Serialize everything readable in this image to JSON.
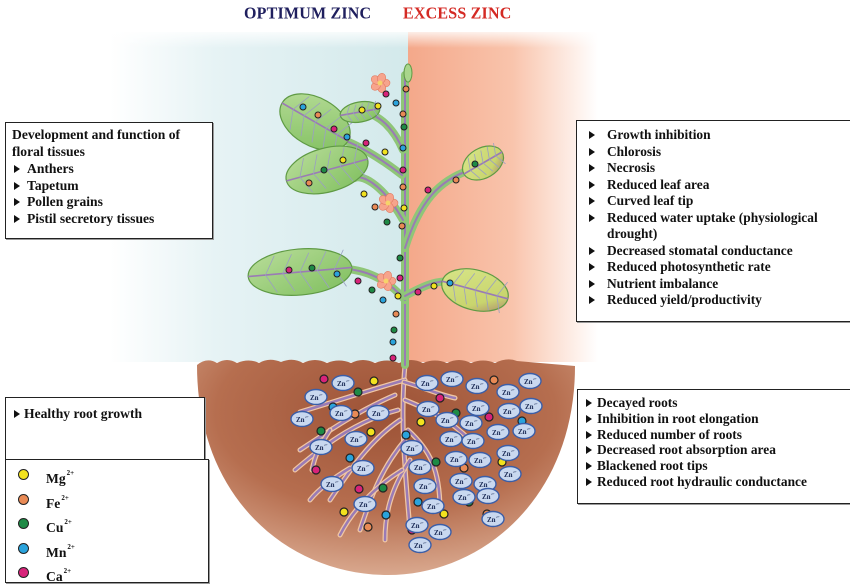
{
  "headers": {
    "optimum": "OPTIMUM ZINC",
    "excess": "EXCESS ZINC"
  },
  "colors": {
    "optimum_header": "#1f1f5e",
    "excess_header": "#d42a24",
    "optimum_background": "#d3e9eb",
    "excess_background": "#f4a88a",
    "soil": "#b46a4b",
    "zinc_ion_fill": "#c9d8ef",
    "zinc_ion_border": "#3a5ea8"
  },
  "floral_box": {
    "title": "Development and function of floral tissues",
    "items": [
      "Anthers",
      "Tapetum",
      "Pollen grains",
      "Pistil secretory tissues"
    ]
  },
  "excess_shoot_box": {
    "items": [
      "Growth inhibition",
      "Chlorosis",
      "Necrosis",
      "Reduced leaf area",
      "Curved leaf tip",
      "Reduced water uptake (physiological drought)",
      "Decreased stomatal conductance",
      "Reduced photosynthetic rate",
      "Nutrient imbalance",
      "Reduced yield/productivity"
    ]
  },
  "healthy_root_box": {
    "items": [
      "Healthy root growth"
    ]
  },
  "excess_root_box": {
    "items": [
      "Decayed roots",
      "Inhibition in root elongation",
      "Reduced number of roots",
      "Decreased root absorption area",
      "Blackened root tips",
      "Reduced root hydraulic conductance"
    ]
  },
  "legend": {
    "items": [
      {
        "symbol": "Mg",
        "charge": "2+",
        "color": "#f2e21e"
      },
      {
        "symbol": "Fe",
        "charge": "2+",
        "color": "#e98a55"
      },
      {
        "symbol": "Cu",
        "charge": "2+",
        "color": "#1e8a45"
      },
      {
        "symbol": "Mn",
        "charge": "2+",
        "color": "#2aa3dc"
      },
      {
        "symbol": "Ca",
        "charge": "2+",
        "color": "#d8237a"
      }
    ]
  },
  "zinc_ion_label": "Zn",
  "zinc_ion_charge": "2+"
}
